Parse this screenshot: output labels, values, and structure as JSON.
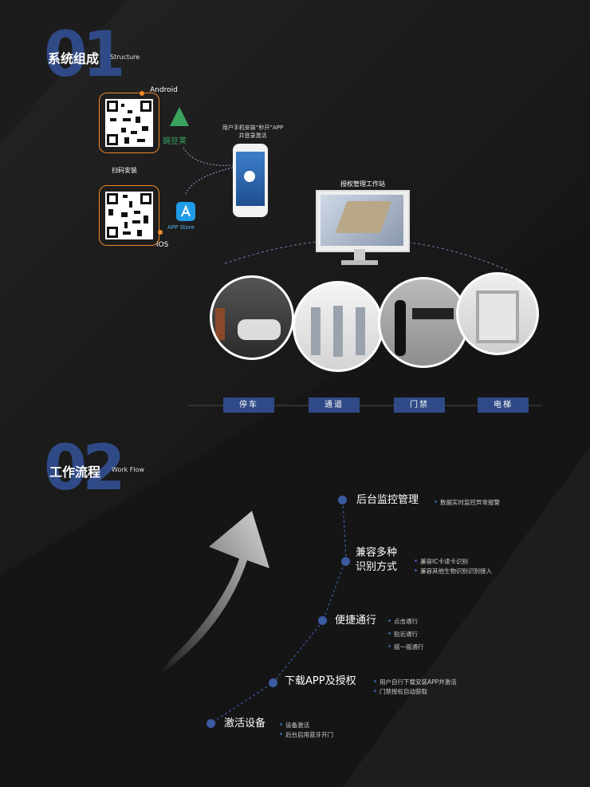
{
  "section1": {
    "number": "01",
    "title": "系统组成",
    "subtitle": "Structure",
    "android_label": "Android",
    "ios_label": "iOS",
    "scan_label": "扫码安装",
    "wandoujia_label": "豌豆荚",
    "appstore_label": "APP Store",
    "phone_caption_line1": "用户手机安装“秒开”APP",
    "phone_caption_line2": "并登录激活",
    "workstation_label": "授权管理工作站",
    "categories": [
      "停车",
      "通道",
      "门禁",
      "电梯"
    ]
  },
  "section2": {
    "number": "02",
    "title": "工作流程",
    "subtitle": "Work  Flow",
    "steps": [
      {
        "title": "后台监控管理",
        "bullets": [
          "数据实时监控异常报警"
        ]
      },
      {
        "title_line1": "兼容多种",
        "title_line2": "识别方式",
        "bullets": [
          "兼容IC卡读卡识别",
          "兼容其他生物识别识别接入"
        ]
      },
      {
        "title": "便捷通行",
        "bullets": [
          "点击通行",
          "贴近通行",
          "摇一摇通行"
        ]
      },
      {
        "title": "下载APP及授权",
        "bullets": [
          "用户自行下载安装APP并激活",
          "门禁授权自动获取"
        ]
      },
      {
        "title": "激活设备",
        "bullets": [
          "设备激活",
          "后台启用蓝牙开门"
        ]
      }
    ]
  },
  "colors": {
    "accent": "#2f4a86",
    "orange": "#f0882a",
    "background": "#141414"
  }
}
